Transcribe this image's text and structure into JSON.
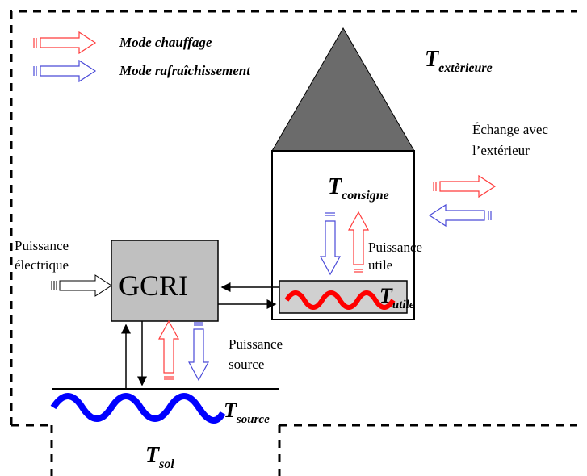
{
  "legend": {
    "heating": {
      "label": "Mode chauffage",
      "color": "#ff3b3b"
    },
    "cooling": {
      "label": "Mode rafraîchissement",
      "color": "#4a4ad8"
    }
  },
  "temperatures": {
    "exterior": {
      "main": "T",
      "sub": "extèrieure"
    },
    "setpoint": {
      "main": "T",
      "sub": "consigne"
    },
    "useful": {
      "main": "T",
      "sub": "utile"
    },
    "source": {
      "main": "T",
      "sub": "source"
    },
    "ground": {
      "main": "T",
      "sub": "sol"
    }
  },
  "labels": {
    "exchange_line1": "Échange avec",
    "exchange_line2": "l’extérieur",
    "useful_power_line1": "Puissance",
    "useful_power_line2": "utile",
    "electric_power_line1": "Puissance",
    "electric_power_line2": "électrique",
    "source_power_line1": "Puissance",
    "source_power_line2": "source"
  },
  "gcri_label": "GCRI",
  "colors": {
    "roof": "#6b6b6b",
    "gcri_box": "#c0c0c0",
    "utile_box": "#d0d0d0",
    "wave_red": "#ff0000",
    "wave_blue": "#0000ff"
  }
}
